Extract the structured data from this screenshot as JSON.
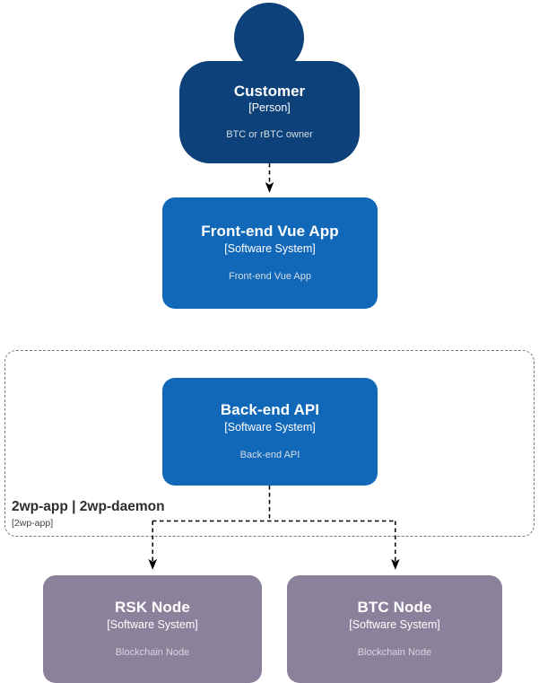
{
  "diagram": {
    "type": "C4 System Context diagram",
    "background": "#ffffff"
  },
  "colors": {
    "person_fill": "#0C4179",
    "system_fill": "#1168B8",
    "external_system_fill": "#8B819B",
    "boundary_stroke": "#7a7a7a",
    "connector_stroke": "#000000",
    "title_text": "#ffffff",
    "description_text": "#d7dde4",
    "external_description_text": "#d9d6de",
    "boundary_label_text": "#2e2e2e"
  },
  "nodes": {
    "customer": {
      "name": "Customer",
      "type": "[Person]",
      "description": "BTC or rBTC owner",
      "shape": "person"
    },
    "frontend": {
      "name": "Front-end Vue App",
      "type": "[Software System]",
      "description": "Front-end Vue App",
      "shape": "rounded-box"
    },
    "backend": {
      "name": "Back-end API",
      "type": "[Software System]",
      "description": "Back-end API",
      "shape": "rounded-box"
    },
    "rsk_node": {
      "name": "RSK Node",
      "type": "[Software System]",
      "description": "Blockchain Node",
      "shape": "rounded-box"
    },
    "btc_node": {
      "name": "BTC Node",
      "type": "[Software System]",
      "description": "Blockchain Node",
      "shape": "rounded-box"
    }
  },
  "boundary": {
    "name": "2wp-app | 2wp-daemon",
    "type": "[2wp-app]"
  },
  "connectors": [
    {
      "from": "customer",
      "to": "frontend",
      "style": "dashed",
      "arrow": "end"
    },
    {
      "from": "backend",
      "to": "rsk_node",
      "style": "dashed",
      "arrow": "end"
    },
    {
      "from": "backend",
      "to": "btc_node",
      "style": "dashed",
      "arrow": "end"
    }
  ]
}
